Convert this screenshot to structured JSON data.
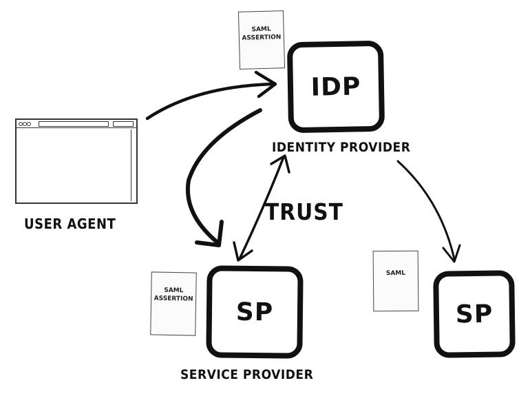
{
  "idp": {
    "box_label": "IDP",
    "caption": "IDENTITY PROVIDER"
  },
  "user_agent": {
    "caption": "USER AGENT"
  },
  "service_provider": {
    "box_label": "SP",
    "caption": "SERVICE PROVIDER"
  },
  "second_sp": {
    "box_label": "SP"
  },
  "trust": {
    "label": "TRUST"
  },
  "documents": {
    "top": {
      "line1": "SAML",
      "line2": "ASSERTION"
    },
    "sp": {
      "line1": "SAML",
      "line2": "ASSERTION"
    },
    "right": {
      "line1": "SAML"
    }
  },
  "colors": {
    "ink": "#111111",
    "paper": "#ffffff"
  }
}
